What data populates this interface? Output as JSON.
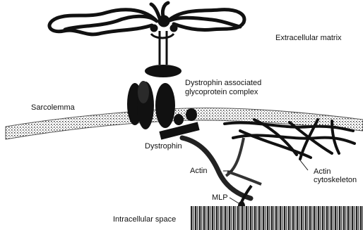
{
  "labels": {
    "extracellular_matrix": "Extracellular matrix",
    "dystrophin_complex_line1": "Dystrophin associated",
    "dystrophin_complex_line2": "glycoprotein complex",
    "sarcolemma": "Sarcolemma",
    "dystrophin": "Dystrophin",
    "actin": "Actin",
    "actin_cytoskeleton_line1": "Actin",
    "actin_cytoskeleton_line2": "cytoskeleton",
    "mlp": "MLP",
    "intracellular_space": "Intracellular space"
  },
  "colors": {
    "ink": "#111111",
    "membrane": "#555555",
    "background": "#ffffff"
  }
}
